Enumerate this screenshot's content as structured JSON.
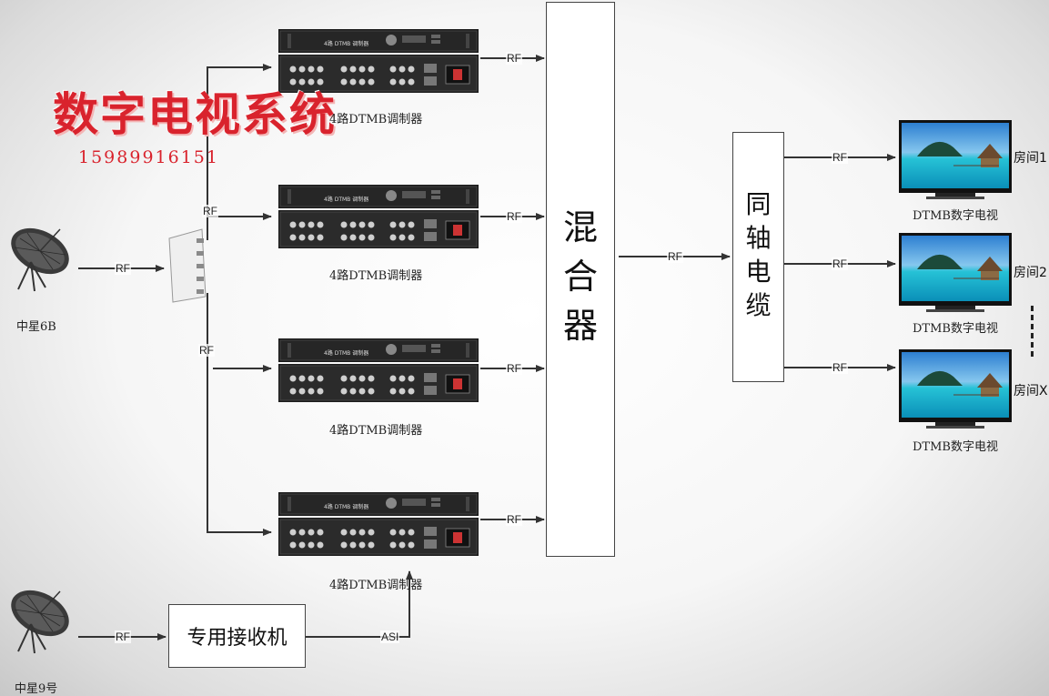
{
  "watermark": {
    "title": "数字电视系统",
    "phone": "15989916151"
  },
  "sources": {
    "dish1": "中星6B",
    "dish2": "中星9号"
  },
  "modulators": {
    "label": "4路DTMB调制器",
    "front_text": "4路 DTMB 调制器"
  },
  "receiver": {
    "label": "专用接收机"
  },
  "mixer": {
    "label": [
      "混",
      "合",
      "器"
    ]
  },
  "coax": {
    "label": [
      "同",
      "轴",
      "电",
      "缆"
    ]
  },
  "tv": {
    "label": "DTMB数字电视",
    "rooms": [
      "房间1",
      "房间2",
      "房间X"
    ]
  },
  "signals": {
    "rf": "RF",
    "asi": "ASI"
  },
  "colors": {
    "line": "#333333",
    "accent_red": "#d9232d"
  }
}
